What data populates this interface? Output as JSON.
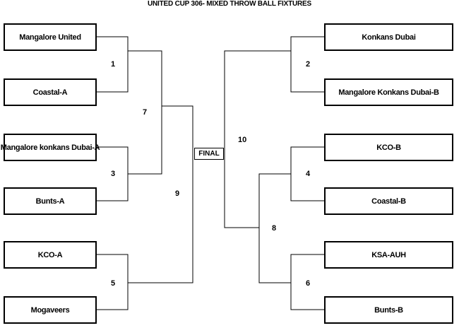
{
  "title": "UNITED CUP 306- MIXED THROW BALL FIXTURES",
  "final_label": "FINAL",
  "teams_left": [
    "Mangalore United",
    "Coastal-A",
    "Mangalore konkans Dubai-A",
    "Bunts-A",
    "KCO-A",
    "Mogaveers"
  ],
  "teams_right": [
    "Konkans Dubai",
    "Mangalore Konkans Dubai-B",
    "KCO-B",
    "Coastal-B",
    "KSA-AUH",
    "Bunts-B"
  ],
  "match_numbers": {
    "m1": "1",
    "m2": "2",
    "m3": "3",
    "m4": "4",
    "m5": "5",
    "m6": "6",
    "m7": "7",
    "m8": "8",
    "m9": "9",
    "m10": "10"
  }
}
